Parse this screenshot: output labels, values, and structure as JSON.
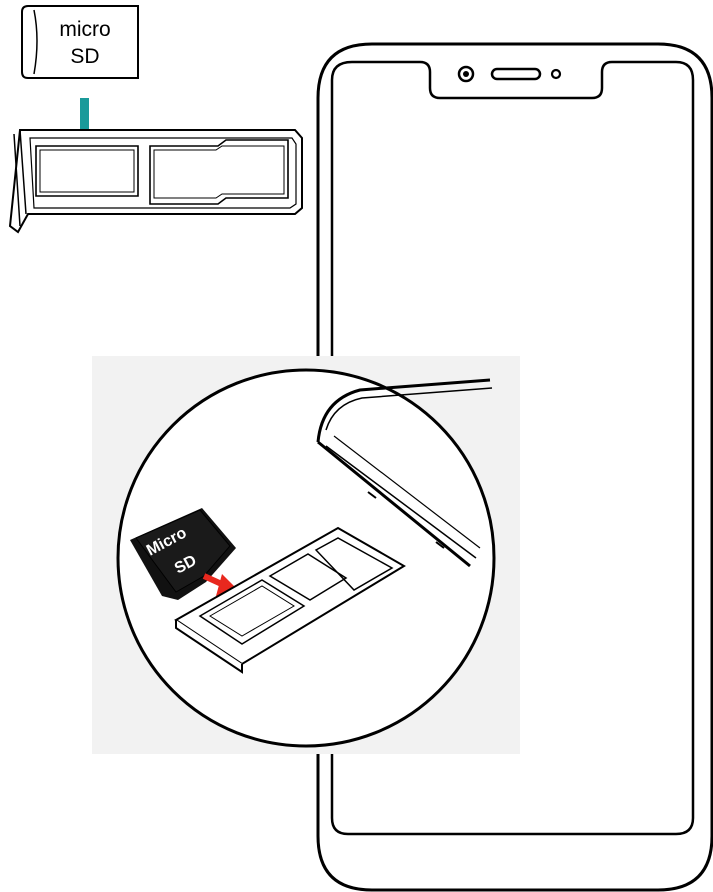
{
  "top_card": {
    "line1": "micro",
    "line2": "SD"
  },
  "zoom_card": {
    "line1": "Micro",
    "line2": "SD"
  },
  "colors": {
    "teal_arrow": "#1a9a9a",
    "red_arrow": "#e8281e",
    "outline": "#000000",
    "zoom_background": "#f2f2f2"
  }
}
